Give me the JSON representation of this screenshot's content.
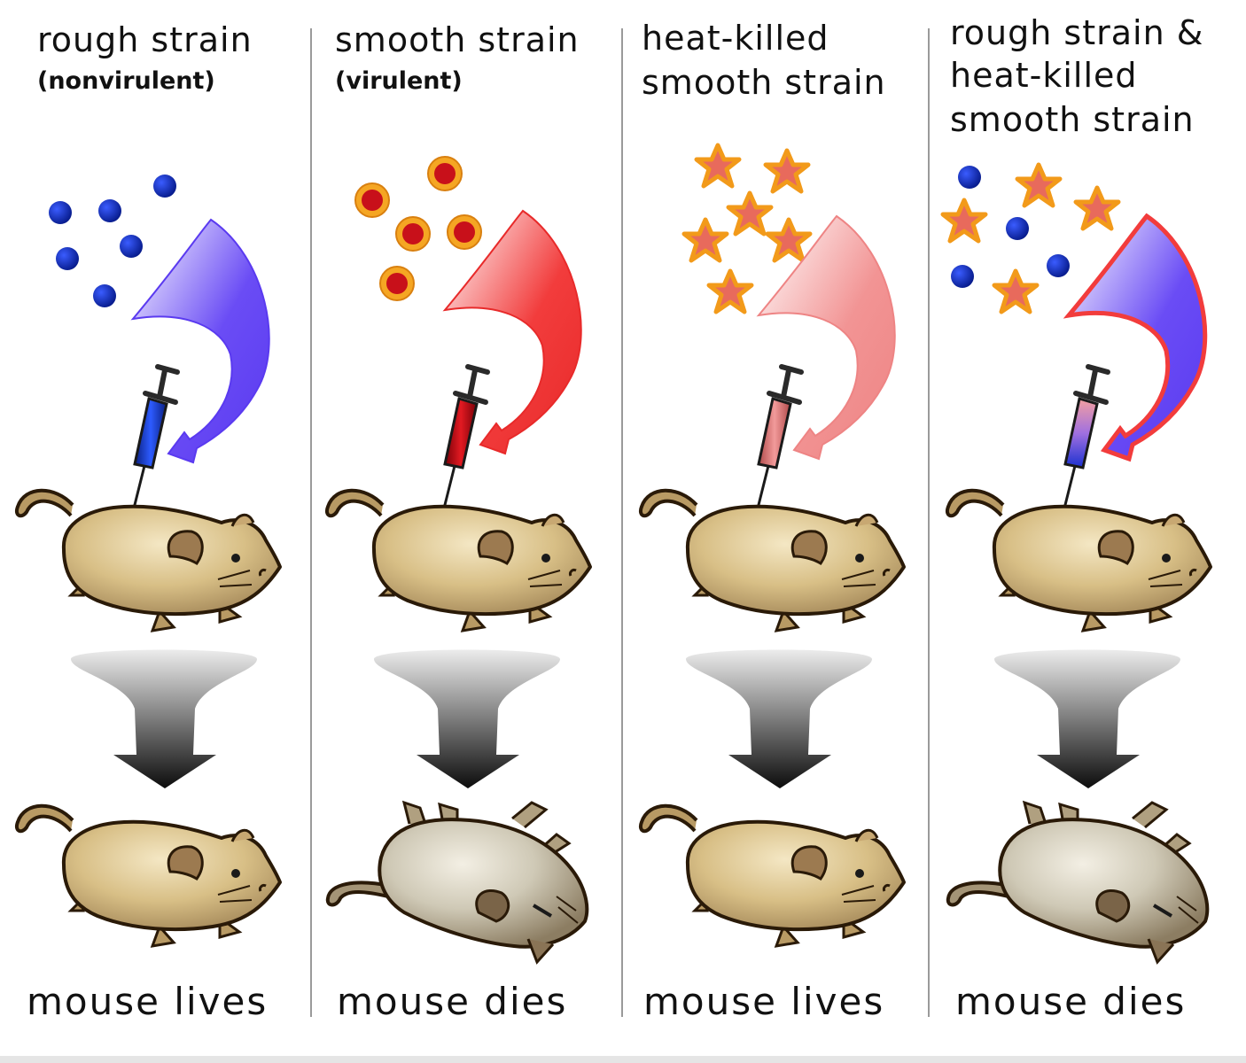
{
  "panels": [
    {
      "title_lines": [
        "rough strain"
      ],
      "subtitle": "(nonvirulent)",
      "outcome": "mouse lives"
    },
    {
      "title_lines": [
        "smooth strain"
      ],
      "subtitle": "(virulent)",
      "outcome": "mouse dies"
    },
    {
      "title_lines": [
        "heat-killed",
        "smooth strain"
      ],
      "subtitle": "",
      "outcome": "mouse lives"
    },
    {
      "title_lines": [
        "rough strain &",
        "heat-killed",
        "smooth strain"
      ],
      "subtitle": "",
      "outcome": "mouse dies"
    }
  ],
  "colors": {
    "rough_dot": "#0a2aa8",
    "smooth_core": "#c8101a",
    "smooth_ring": "#f5a623",
    "star_fill": "#e86a5c",
    "star_outline": "#f29a1a",
    "arrow_blue": "#6a4cf5",
    "arrow_red": "#f23c3c",
    "arrow_pink": "#f08c8c",
    "mouse_alive": "#cdb27a",
    "mouse_dead": "#bdb7a6",
    "divider": "#9a9a9a"
  }
}
